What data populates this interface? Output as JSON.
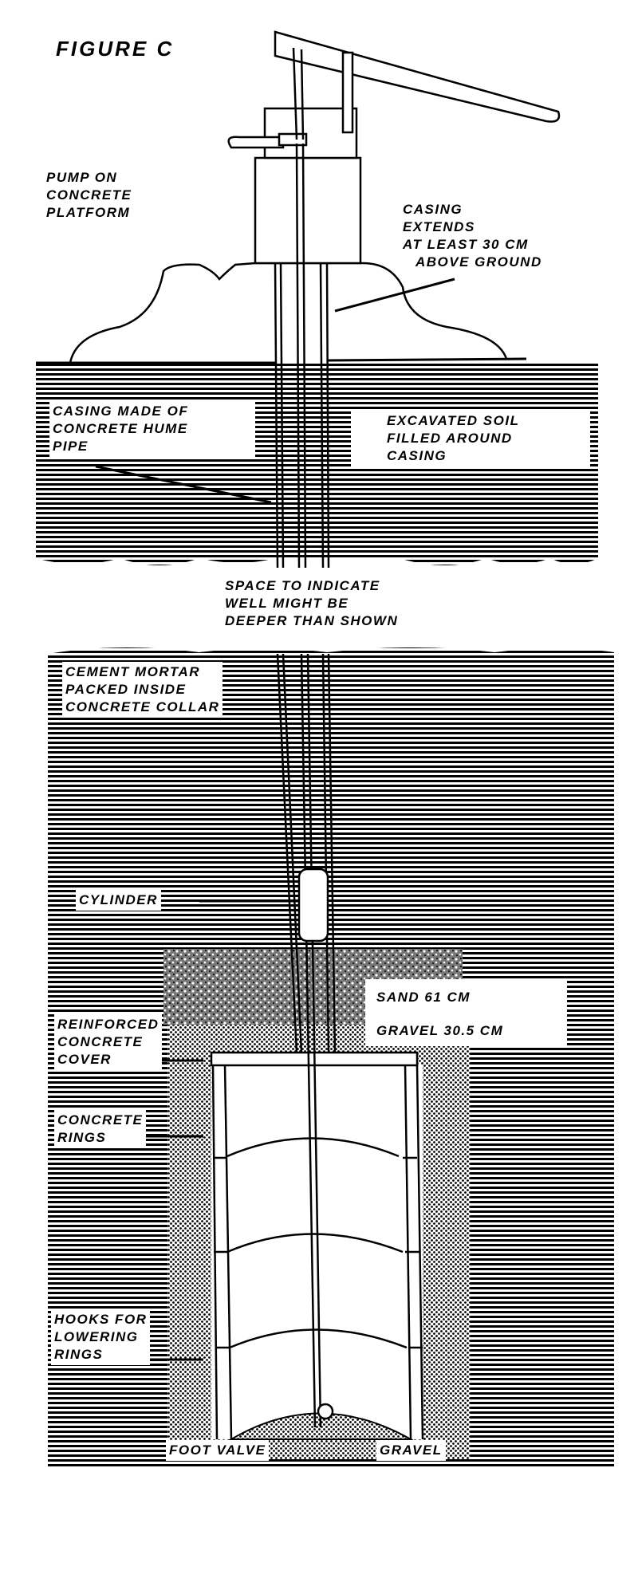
{
  "figure": {
    "title": "FIGURE C",
    "labels": {
      "pump": [
        "PUMP ON",
        "CONCRETE",
        "PLATFORM"
      ],
      "casing_extends": [
        "CASING",
        "EXTENDS",
        "AT LEAST 30 CM",
        "ABOVE GROUND"
      ],
      "casing_made": [
        "CASING MADE OF",
        "CONCRETE HUME",
        "PIPE"
      ],
      "excavated": [
        "EXCAVATED SOIL",
        "FILLED AROUND",
        "CASING"
      ],
      "space": [
        "SPACE TO INDICATE",
        "WELL MIGHT BE",
        "DEEPER THAN SHOWN"
      ],
      "mortar": [
        "CEMENT MORTAR",
        "PACKED INSIDE",
        "CONCRETE COLLAR"
      ],
      "cylinder": "CYLINDER",
      "sand": "SAND 61 CM",
      "gravel_layer": "GRAVEL 30.5 CM",
      "cover": [
        "REINFORCED",
        "CONCRETE",
        "COVER"
      ],
      "rings": [
        "CONCRETE",
        "RINGS"
      ],
      "hooks": [
        "HOOKS FOR",
        "LOWERING",
        "RINGS"
      ],
      "foot_valve": "FOOT VALVE",
      "gravel_bottom": "GRAVEL"
    }
  }
}
